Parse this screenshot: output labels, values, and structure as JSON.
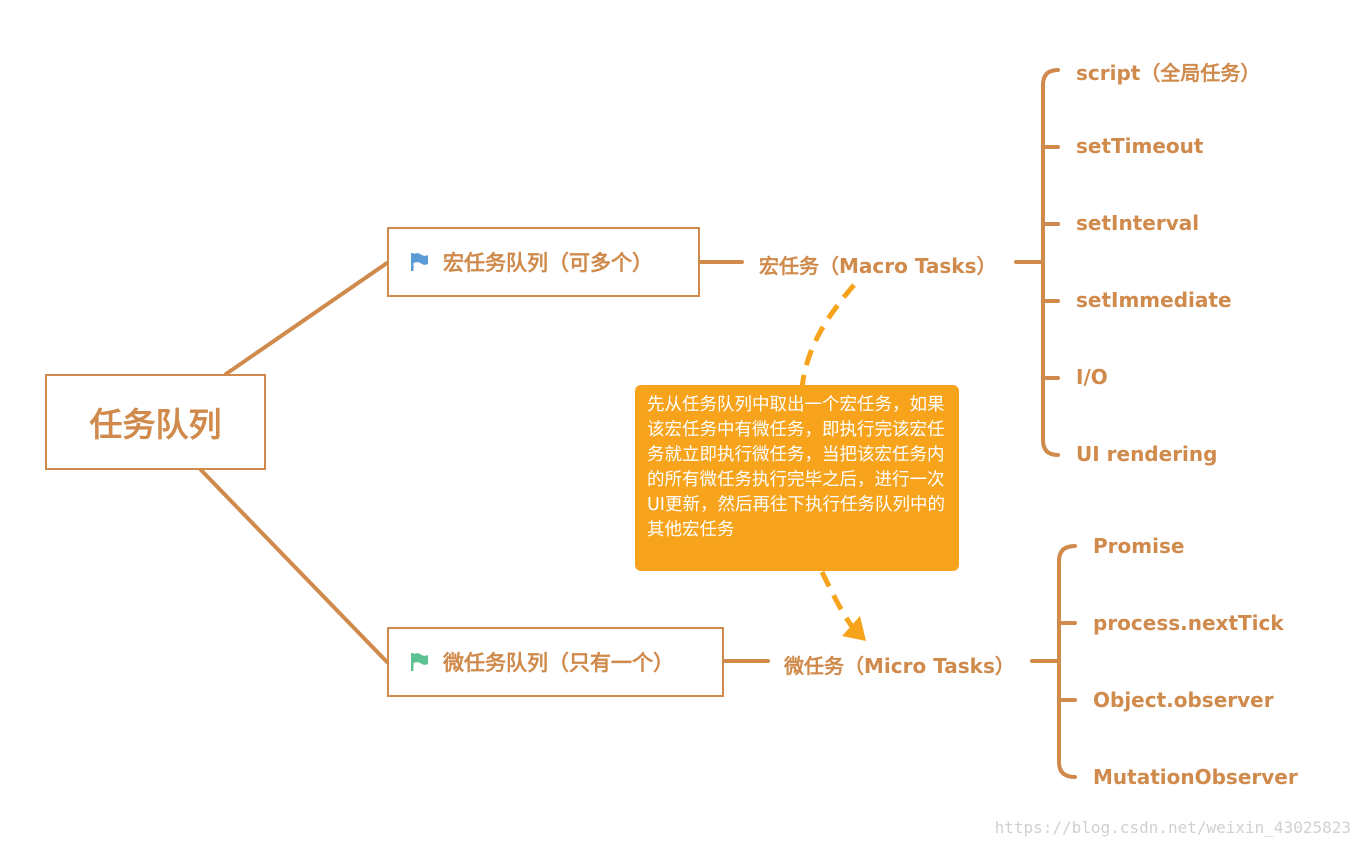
{
  "root": {
    "label": "任务队列"
  },
  "macro": {
    "queue_label": "宏任务队列（可多个）",
    "tasks_label": "宏任务（Macro Tasks）",
    "flag_color": "#5b9bd5",
    "items": [
      "script（全局任务）",
      "setTimeout",
      "setInterval",
      "setImmediate",
      "I/O",
      "UI rendering"
    ]
  },
  "micro": {
    "queue_label": "微任务队列（只有一个）",
    "tasks_label": "微任务（Micro Tasks）",
    "flag_color": "#5cc193",
    "items": [
      "Promise",
      "process.nextTick",
      "Object.observer",
      "MutationObserver"
    ]
  },
  "note": {
    "text": "先从任务队列中取出一个宏任务，如果该宏任务中有微任务，即执行完该宏任务就立即执行微任务，当把该宏任务内的所有微任务执行完毕之后，进行一次UI更新，然后再往下执行任务队列中的其他宏任务",
    "color": "#f7a31c"
  },
  "colors": {
    "line": "#cf8a4c",
    "arrow": "#f7a31c"
  },
  "watermark": "https://blog.csdn.net/weixin_43025823"
}
